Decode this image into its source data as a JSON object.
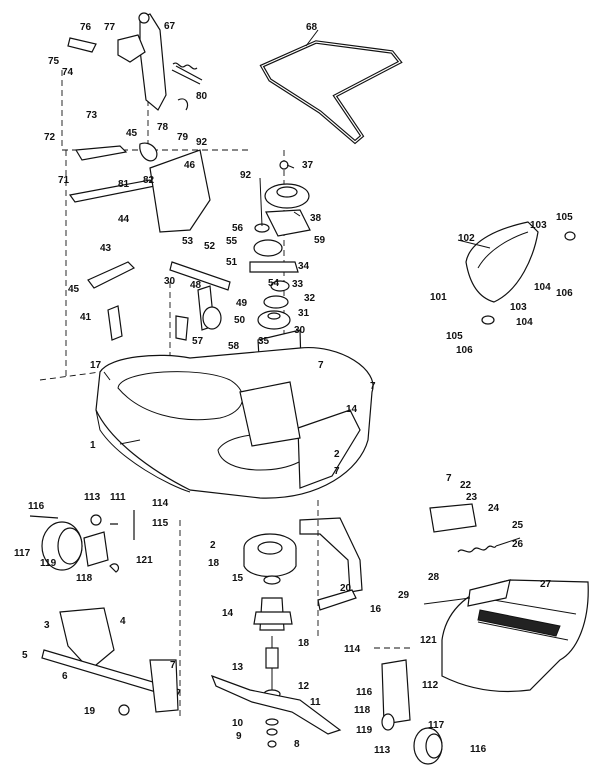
{
  "diagram": {
    "callouts": [
      {
        "id": "c1",
        "text": "1"
      },
      {
        "id": "c2",
        "text": "2"
      },
      {
        "id": "c3",
        "text": "3"
      },
      {
        "id": "c4",
        "text": "4"
      },
      {
        "id": "c5",
        "text": "5"
      },
      {
        "id": "c6",
        "text": "6"
      },
      {
        "id": "c7a",
        "text": "7"
      },
      {
        "id": "c7b",
        "text": "7"
      },
      {
        "id": "c7c",
        "text": "7"
      },
      {
        "id": "c7d",
        "text": "7"
      },
      {
        "id": "c7e",
        "text": "7"
      },
      {
        "id": "c8",
        "text": "8"
      },
      {
        "id": "c9",
        "text": "9"
      },
      {
        "id": "c10",
        "text": "10"
      },
      {
        "id": "c11",
        "text": "11"
      },
      {
        "id": "c12",
        "text": "12"
      },
      {
        "id": "c13",
        "text": "13"
      },
      {
        "id": "c14a",
        "text": "14"
      },
      {
        "id": "c14b",
        "text": "14"
      },
      {
        "id": "c15",
        "text": "15"
      },
      {
        "id": "c16",
        "text": "16"
      },
      {
        "id": "c17",
        "text": "17"
      },
      {
        "id": "c18a",
        "text": "18"
      },
      {
        "id": "c18b",
        "text": "18"
      },
      {
        "id": "c19",
        "text": "19"
      },
      {
        "id": "c20",
        "text": "20"
      },
      {
        "id": "c22",
        "text": "22"
      },
      {
        "id": "c23",
        "text": "23"
      },
      {
        "id": "c24",
        "text": "24"
      },
      {
        "id": "c25",
        "text": "25"
      },
      {
        "id": "c26",
        "text": "26"
      },
      {
        "id": "c27",
        "text": "27"
      },
      {
        "id": "c28",
        "text": "28"
      },
      {
        "id": "c29",
        "text": "29"
      },
      {
        "id": "c30a",
        "text": "30"
      },
      {
        "id": "c30b",
        "text": "30"
      },
      {
        "id": "c31",
        "text": "31"
      },
      {
        "id": "c32",
        "text": "32"
      },
      {
        "id": "c33",
        "text": "33"
      },
      {
        "id": "c34",
        "text": "34"
      },
      {
        "id": "c35",
        "text": "35"
      },
      {
        "id": "c37",
        "text": "37"
      },
      {
        "id": "c38",
        "text": "38"
      },
      {
        "id": "c41",
        "text": "41"
      },
      {
        "id": "c43",
        "text": "43"
      },
      {
        "id": "c44",
        "text": "44"
      },
      {
        "id": "c45a",
        "text": "45"
      },
      {
        "id": "c45b",
        "text": "45"
      },
      {
        "id": "c46",
        "text": "46"
      },
      {
        "id": "c48",
        "text": "48"
      },
      {
        "id": "c49",
        "text": "49"
      },
      {
        "id": "c50",
        "text": "50"
      },
      {
        "id": "c51",
        "text": "51"
      },
      {
        "id": "c52",
        "text": "52"
      },
      {
        "id": "c53",
        "text": "53"
      },
      {
        "id": "c54",
        "text": "54"
      },
      {
        "id": "c55",
        "text": "55"
      },
      {
        "id": "c56",
        "text": "56"
      },
      {
        "id": "c57",
        "text": "57"
      },
      {
        "id": "c58",
        "text": "58"
      },
      {
        "id": "c59",
        "text": "59"
      },
      {
        "id": "c67",
        "text": "67"
      },
      {
        "id": "c68",
        "text": "68"
      },
      {
        "id": "c71",
        "text": "71"
      },
      {
        "id": "c72",
        "text": "72"
      },
      {
        "id": "c73",
        "text": "73"
      },
      {
        "id": "c74",
        "text": "74"
      },
      {
        "id": "c75",
        "text": "75"
      },
      {
        "id": "c76",
        "text": "76"
      },
      {
        "id": "c77",
        "text": "77"
      },
      {
        "id": "c78",
        "text": "78"
      },
      {
        "id": "c79",
        "text": "79"
      },
      {
        "id": "c80",
        "text": "80"
      },
      {
        "id": "c81",
        "text": "81"
      },
      {
        "id": "c82",
        "text": "82"
      },
      {
        "id": "c92a",
        "text": "92"
      },
      {
        "id": "c92b",
        "text": "92"
      },
      {
        "id": "c101",
        "text": "101"
      },
      {
        "id": "c102",
        "text": "102"
      },
      {
        "id": "c103a",
        "text": "103"
      },
      {
        "id": "c103b",
        "text": "103"
      },
      {
        "id": "c104a",
        "text": "104"
      },
      {
        "id": "c104b",
        "text": "104"
      },
      {
        "id": "c105a",
        "text": "105"
      },
      {
        "id": "c105b",
        "text": "105"
      },
      {
        "id": "c106a",
        "text": "106"
      },
      {
        "id": "c106b",
        "text": "106"
      },
      {
        "id": "c111",
        "text": "111"
      },
      {
        "id": "c112",
        "text": "112"
      },
      {
        "id": "c113a",
        "text": "113"
      },
      {
        "id": "c113b",
        "text": "113"
      },
      {
        "id": "c114a",
        "text": "114"
      },
      {
        "id": "c114b",
        "text": "114"
      },
      {
        "id": "c115",
        "text": "115"
      },
      {
        "id": "c116a",
        "text": "116"
      },
      {
        "id": "c116b",
        "text": "116"
      },
      {
        "id": "c116c",
        "text": "116"
      },
      {
        "id": "c117a",
        "text": "117"
      },
      {
        "id": "c117b",
        "text": "117"
      },
      {
        "id": "c118a",
        "text": "118"
      },
      {
        "id": "c118b",
        "text": "118"
      },
      {
        "id": "c119a",
        "text": "119"
      },
      {
        "id": "c119b",
        "text": "119"
      },
      {
        "id": "c121a",
        "text": "121"
      },
      {
        "id": "c121b",
        "text": "121"
      }
    ]
  }
}
